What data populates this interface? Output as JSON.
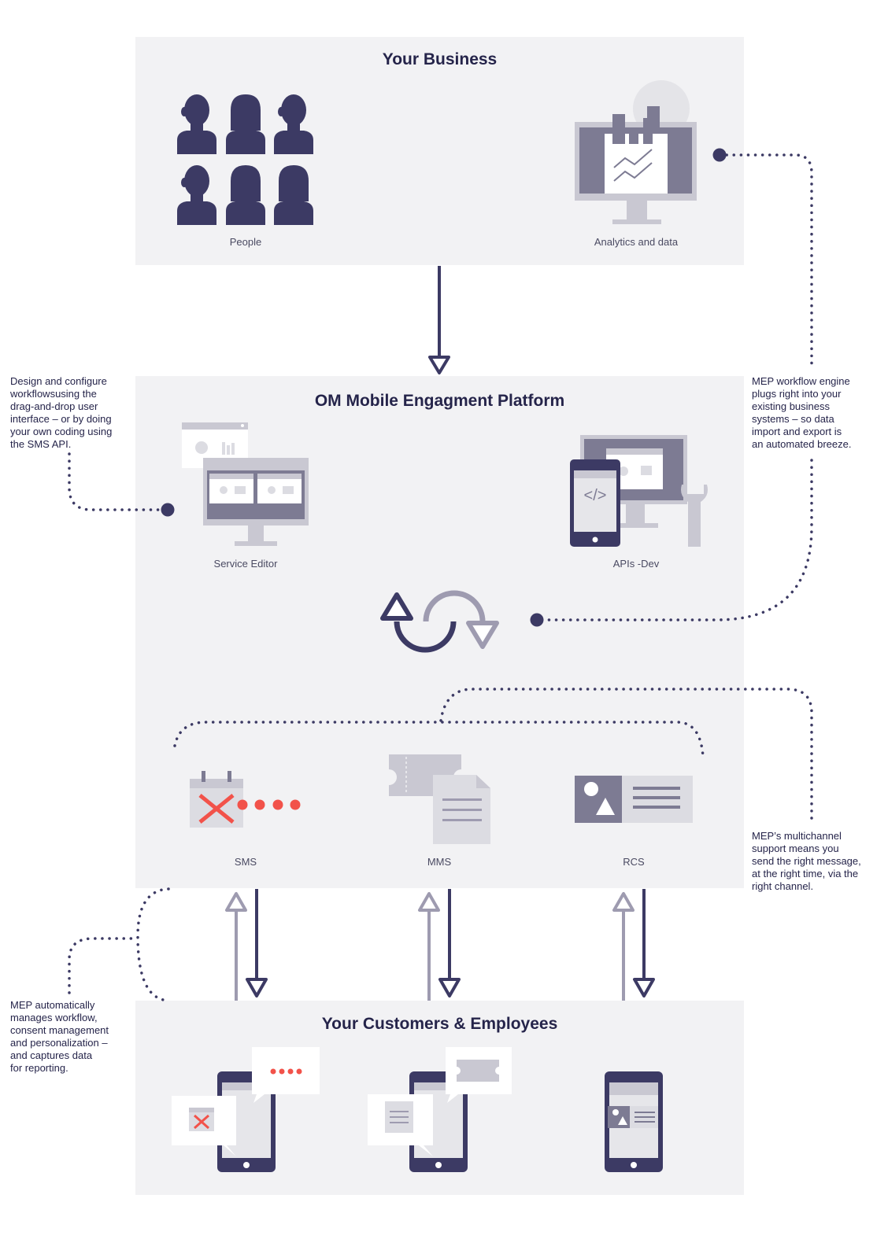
{
  "sections": {
    "business": {
      "title": "Your Business",
      "people_label": "People",
      "analytics_label": "Analytics and data"
    },
    "platform": {
      "title": "OM Mobile Engagment Platform",
      "service_editor_label": "Service Editor",
      "apis_label": "APIs -Dev",
      "channels": [
        {
          "label": "SMS"
        },
        {
          "label": "MMS"
        },
        {
          "label": "RCS"
        }
      ]
    },
    "customers": {
      "title": "Your Customers & Employees"
    }
  },
  "notes": {
    "design": "Design and configure\nworkflowsusing the\ndrag-and-drop user\ninterface – or by doing\nyour own coding using\nthe SMS API.",
    "workflow_engine": "MEP workflow engine\nplugs right into your\nexisting business\nsystems – so data\nimport and export is\nan automated breeze.",
    "multichannel": "MEP’s multichannel\nsupport means you\nsend the right message,\nat the right time, via the\nright channel.",
    "automation": "MEP automatically\nmanages workflow,\nconsent management\nand personalization –\nand captures data\nfor reporting."
  },
  "icons": {
    "people": "person-silhouette-icon",
    "analytics": "analytics-monitor-icon",
    "service_editor": "service-editor-monitor-icon",
    "apis": "phone-code-wrench-icon",
    "sync": "sync-arrows-icon",
    "sms": "calendar-x-message-icon",
    "mms": "ticket-document-icon",
    "rcs": "rich-card-icon",
    "phone": "smartphone-icon"
  },
  "colors": {
    "navy": "#3c3a64",
    "light_gray_purple": "#9e9bb0",
    "panel": "#f2f2f4",
    "red": "#f2524a"
  }
}
